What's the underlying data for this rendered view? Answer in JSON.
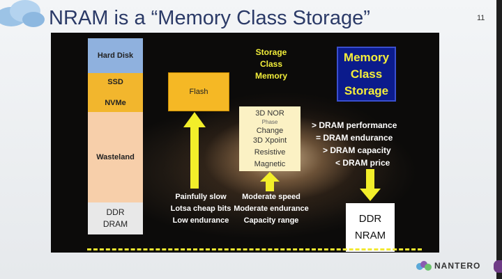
{
  "slide": {
    "title": "NRAM is a “Memory Class Storage”",
    "page_number": "11"
  },
  "hierarchy": {
    "hard_disk": "Hard Disk",
    "ssd": "SSD",
    "nvme": "NVMe",
    "wasteland": "Wasteland",
    "ddr": "DDR",
    "dram": "DRAM"
  },
  "flash": {
    "label": "Flash",
    "desc": [
      "Painfully slow",
      "Lotsa cheap bits",
      "Low endurance"
    ]
  },
  "scm": {
    "label": [
      "Storage",
      "Class",
      "Memory"
    ],
    "items": [
      "3D NOR",
      "Phase",
      "Change",
      "3D Xpoint",
      "Resistive",
      "Magnetic"
    ],
    "desc": [
      "Moderate speed",
      "Moderate endurance",
      "Capacity range"
    ]
  },
  "mcs": {
    "label": [
      "Memory",
      "Class",
      "Storage"
    ],
    "features": [
      "> DRAM performance",
      "= DRAM endurance",
      "> DRAM capacity",
      "< DRAM price"
    ],
    "result": [
      "DDR",
      "NRAM"
    ]
  },
  "logo": {
    "text": "NANTERO"
  },
  "colors": {
    "title": "#2b3a67",
    "hard_disk": "#8fb1de",
    "ssd": "#f2b62d",
    "wasteland": "#f7cfaa",
    "arrow": "#f2ee2a",
    "mcs_box": "#0b1b8c",
    "mcs_text": "#f5ee3a"
  }
}
